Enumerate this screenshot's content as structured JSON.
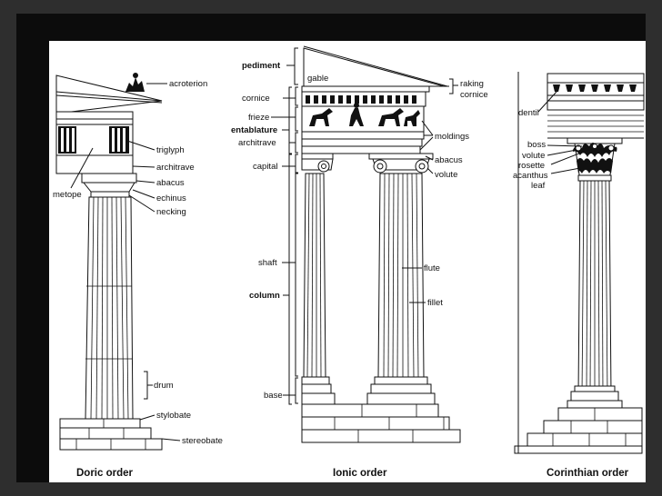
{
  "doric": {
    "title": "Doric order",
    "labels": {
      "acroterion": "acroterion",
      "triglyph": "triglyph",
      "architrave": "architrave",
      "metope": "metope",
      "abacus": "abacus",
      "echinus": "echinus",
      "necking": "necking",
      "drum": "drum",
      "stylobate": "stylobate",
      "stereobate": "stereobate"
    }
  },
  "ionic": {
    "title": "Ionic order",
    "labels": {
      "pediment": "pediment",
      "gable": "gable",
      "raking_cornice_1": "raking",
      "raking_cornice_2": "cornice",
      "cornice": "cornice",
      "frieze": "frieze",
      "entablature": "entablature",
      "architrave": "architrave",
      "moldings": "moldings",
      "capital": "capital",
      "abacus": "abacus",
      "volute": "volute",
      "shaft": "shaft",
      "column": "column",
      "flute": "flute",
      "fillet": "fillet",
      "base": "base"
    }
  },
  "corinthian": {
    "title": "Corinthian order",
    "labels": {
      "dentil": "dentil",
      "boss": "boss",
      "volute": "volute",
      "rosette": "rosette",
      "acanthus_1": "acanthus",
      "acanthus_2": "leaf"
    }
  }
}
